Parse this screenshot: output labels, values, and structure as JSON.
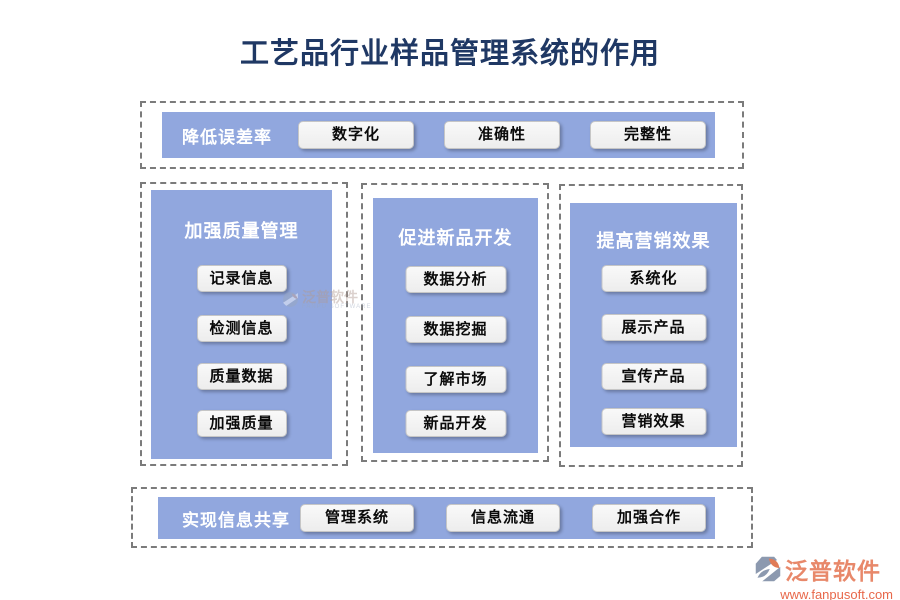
{
  "title": "工艺品行业样品管理系统的作用",
  "colors": {
    "title_navy": "#1f3864",
    "panel_blue": "#91a7de",
    "dash_gray": "#7b7b7b",
    "button_bg": "#f2f2f2",
    "logo_orange": "#e8886a",
    "logo_url_orange": "#e8684a"
  },
  "top_band": {
    "label": "降低误差率",
    "items": [
      "数字化",
      "准确性",
      "完整性"
    ]
  },
  "columns": [
    {
      "title": "加强质量管理",
      "items": [
        "记录信息",
        "检测信息",
        "质量数据",
        "加强质量"
      ]
    },
    {
      "title": "促进新品开发",
      "items": [
        "数据分析",
        "数据挖掘",
        "了解市场",
        "新品开发"
      ]
    },
    {
      "title": "提高营销效果",
      "items": [
        "系统化",
        "展示产品",
        "宣传产品",
        "营销效果"
      ]
    }
  ],
  "bottom_band": {
    "label": "实现信息共享",
    "items": [
      "管理系统",
      "信息流通",
      "加强合作"
    ]
  },
  "watermark": {
    "text": "泛普软件",
    "subtext": "FANPU SOFTWARE"
  },
  "logo": {
    "name": "泛普软件",
    "url": "www.fanpusoft.com"
  }
}
